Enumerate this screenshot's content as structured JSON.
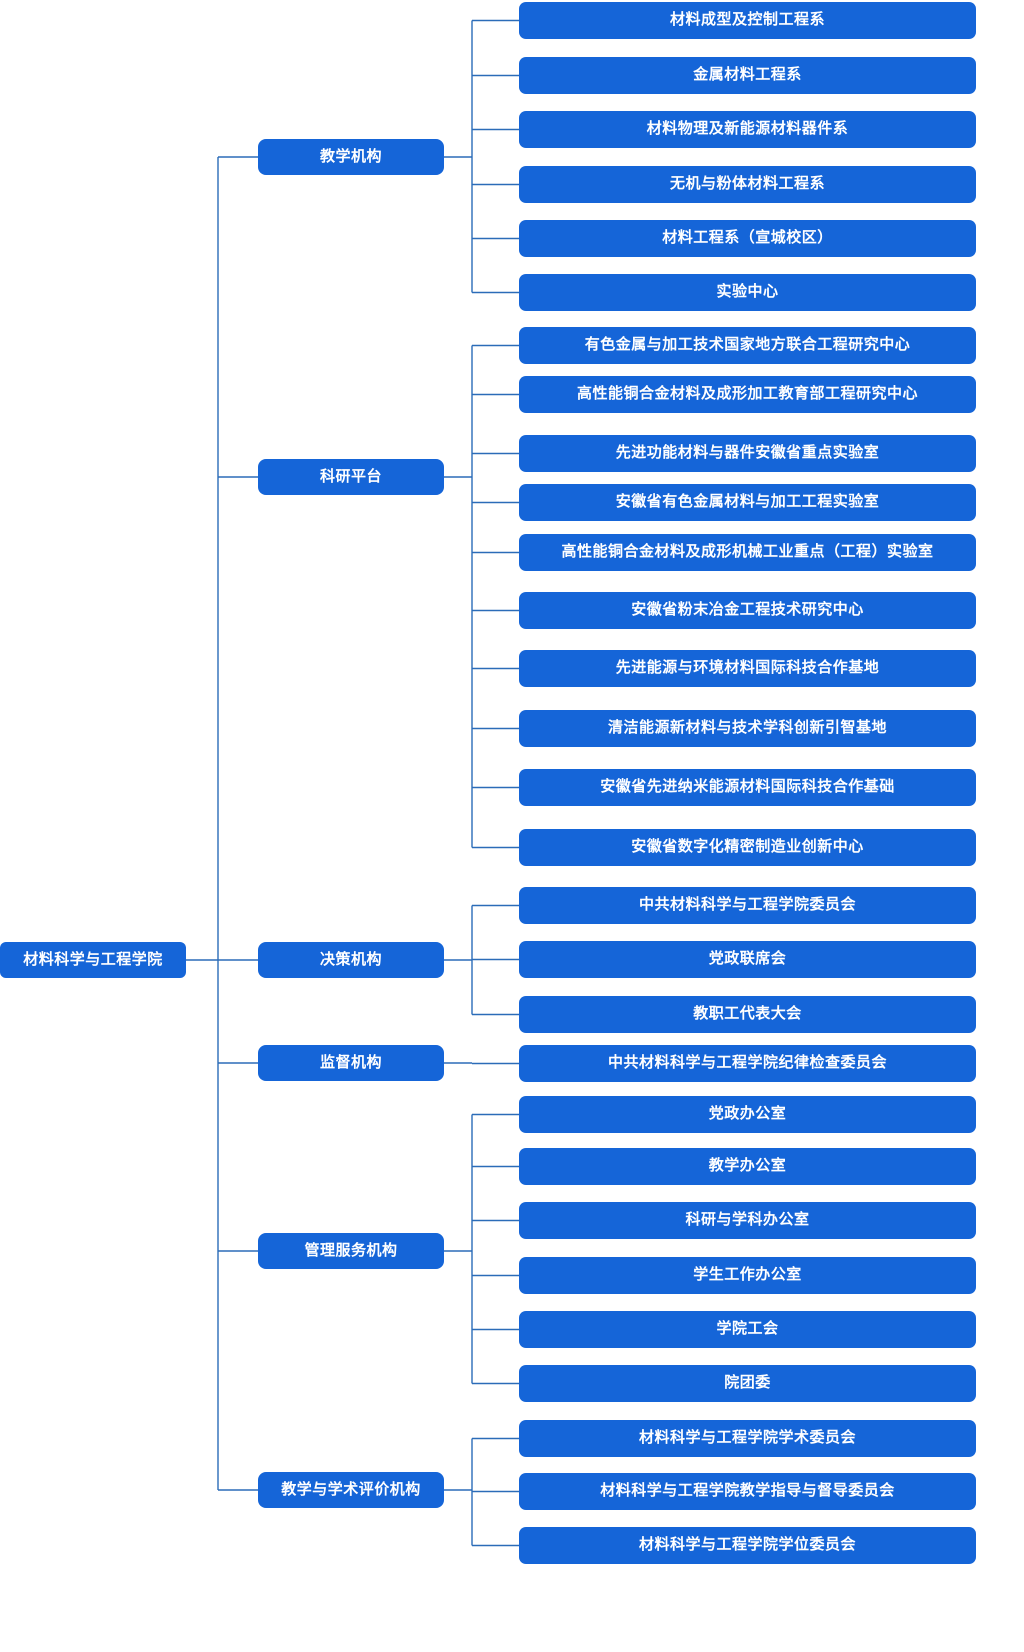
{
  "diagram": {
    "type": "org-chart",
    "orientation": "left-to-right",
    "colors": {
      "node_fill": "#1565d8",
      "node_text": "#ffffff",
      "connector": "#2b6cb8",
      "background": "#ffffff"
    },
    "root": {
      "label": "材料科学与工程学院"
    },
    "categories": [
      {
        "id": "teaching",
        "label": "教学机构",
        "children": [
          {
            "label": "材料成型及控制工程系"
          },
          {
            "label": "金属材料工程系"
          },
          {
            "label": "材料物理及新能源材料器件系"
          },
          {
            "label": "无机与粉体材料工程系"
          },
          {
            "label": "材料工程系（宣城校区）"
          },
          {
            "label": "实验中心"
          }
        ]
      },
      {
        "id": "research-platform",
        "label": "科研平台",
        "children": [
          {
            "label": "有色金属与加工技术国家地方联合工程研究中心"
          },
          {
            "label": "高性能铜合金材料及成形加工教育部工程研究中心"
          },
          {
            "label": "先进功能材料与器件安徽省重点实验室"
          },
          {
            "label": "安徽省有色金属材料与加工工程实验室"
          },
          {
            "label": "高性能铜合金材料及成形机械工业重点（工程）实验室"
          },
          {
            "label": "安徽省粉末冶金工程技术研究中心"
          },
          {
            "label": "先进能源与环境材料国际科技合作基地"
          },
          {
            "label": "清洁能源新材料与技术学科创新引智基地"
          },
          {
            "label": "安徽省先进纳米能源材料国际科技合作基础"
          },
          {
            "label": "安徽省数字化精密制造业创新中心"
          }
        ]
      },
      {
        "id": "decision",
        "label": "决策机构",
        "children": [
          {
            "label": "中共材料科学与工程学院委员会"
          },
          {
            "label": "党政联席会"
          },
          {
            "label": "教职工代表大会"
          }
        ]
      },
      {
        "id": "supervision",
        "label": "监督机构",
        "children": [
          {
            "label": "中共材料科学与工程学院纪律检查委员会"
          }
        ]
      },
      {
        "id": "management-service",
        "label": "管理服务机构",
        "children": [
          {
            "label": "党政办公室"
          },
          {
            "label": "教学办公室"
          },
          {
            "label": "科研与学科办公室"
          },
          {
            "label": "学生工作办公室"
          },
          {
            "label": "学院工会"
          },
          {
            "label": "院团委"
          }
        ]
      },
      {
        "id": "academic-evaluation",
        "label": "教学与学术评价机构",
        "children": [
          {
            "label": "材料科学与工程学院学术委员会"
          },
          {
            "label": "材料科学与工程学院教学指导与督导委员会"
          },
          {
            "label": "材料科学与工程学院学位委员会"
          }
        ]
      }
    ]
  }
}
